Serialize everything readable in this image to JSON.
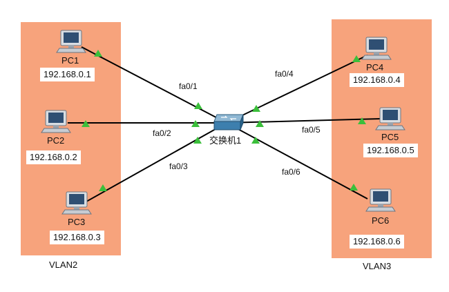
{
  "vlans": [
    {
      "label": "VLAN2",
      "color": "#f7a37c"
    },
    {
      "label": "VLAN3",
      "color": "#f7a37c"
    }
  ],
  "switch": {
    "name": "交换机1",
    "icon": "switch-icon"
  },
  "pcs": [
    {
      "name": "PC1",
      "ip": "192.168.0.1",
      "port": "fa0/1",
      "icon": "pc-icon"
    },
    {
      "name": "PC2",
      "ip": "192.168.0.2",
      "port": "fa0/2",
      "icon": "pc-icon"
    },
    {
      "name": "PC3",
      "ip": "192.168.0.3",
      "port": "fa0/3",
      "icon": "pc-icon"
    },
    {
      "name": "PC4",
      "ip": "192.168.0.4",
      "port": "fa0/4",
      "icon": "pc-icon"
    },
    {
      "name": "PC5",
      "ip": "192.168.0.5",
      "port": "fa0/5",
      "icon": "pc-icon"
    },
    {
      "name": "PC6",
      "ip": "192.168.0.6",
      "port": "fa0/6",
      "icon": "pc-icon"
    }
  ],
  "link_status_color": "#3bbf3b"
}
